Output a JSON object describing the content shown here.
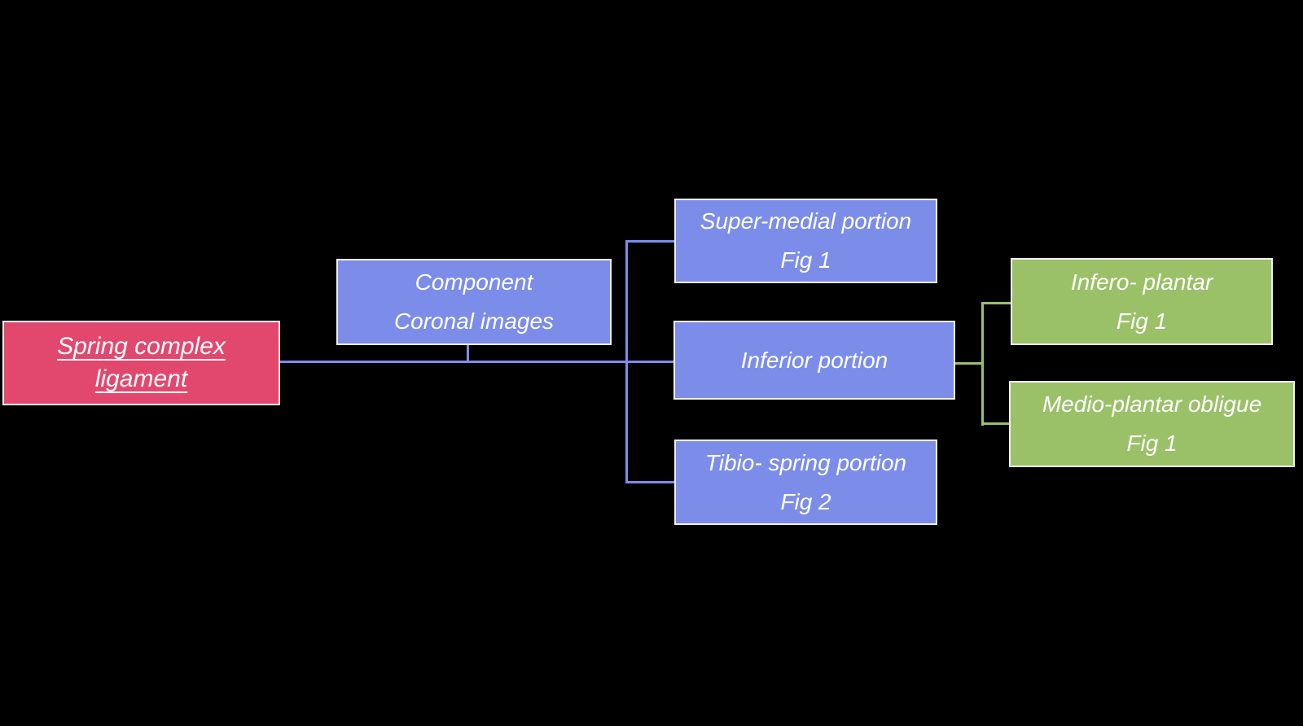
{
  "diagram": {
    "title": "Spring ligament complex flow diagram",
    "background_color": "#000000",
    "border_color": "#f2eef0",
    "text_color": "#ffffff",
    "connector_colors": {
      "blue": "#7c8de9",
      "green": "#9bc168"
    },
    "nodes": {
      "root": {
        "fill": "#e2486e",
        "lines": [
          "Spring complex",
          "ligament"
        ]
      },
      "component": {
        "fill": "#7c8de9",
        "lines": [
          "Component",
          "Coronal images"
        ]
      },
      "super_medial": {
        "fill": "#7c8de9",
        "lines": [
          "Super-medial portion",
          "Fig 1"
        ]
      },
      "inferior": {
        "fill": "#7c8de9",
        "lines": [
          "Inferior portion"
        ]
      },
      "tibio_spring": {
        "fill": "#7c8de9",
        "lines": [
          "Tibio- spring portion",
          "Fig 2"
        ]
      },
      "infero_plantar": {
        "fill": "#9bc168",
        "lines": [
          "Infero- plantar",
          "Fig 1"
        ]
      },
      "medio_plantar": {
        "fill": "#9bc168",
        "lines": [
          "Medio-plantar obligue",
          "Fig 1"
        ]
      }
    }
  }
}
